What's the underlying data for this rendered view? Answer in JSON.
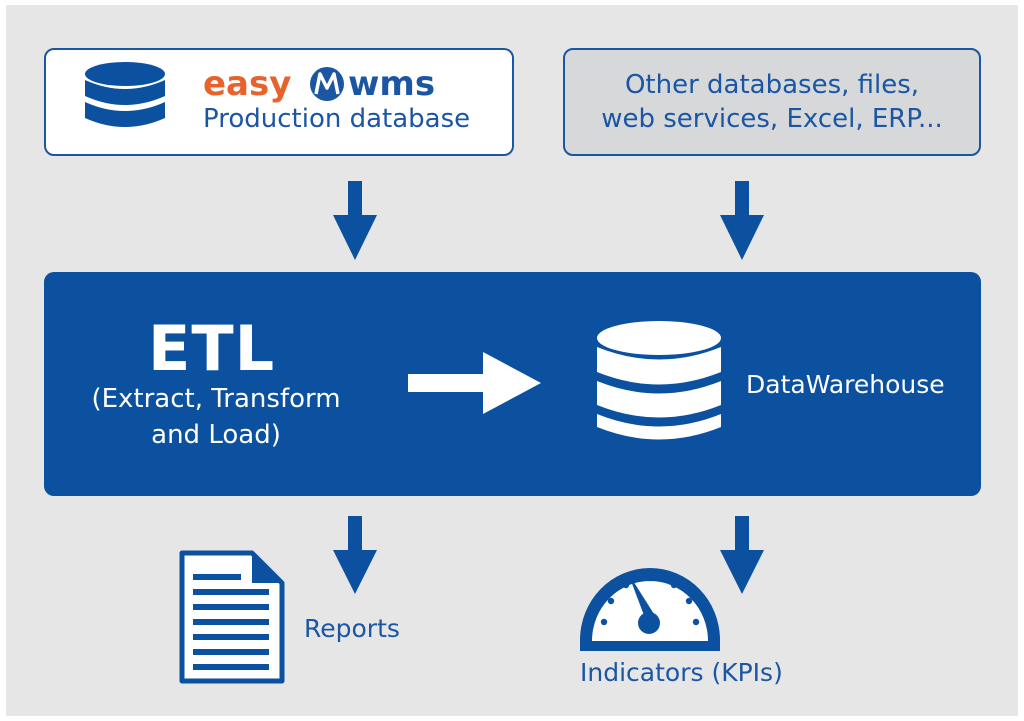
{
  "colors": {
    "background": "#e6e6e6",
    "primary_blue": "#0b51a0",
    "text_blue": "#1a56a3",
    "brand_orange": "#e8632b",
    "other_box_fill": "#d7d8da"
  },
  "production_box": {
    "brand_easy": "easy",
    "brand_m": "M",
    "brand_wms": "wms",
    "subtitle": "Production database",
    "icon": "database-icon"
  },
  "other_box": {
    "line1": "Other databases, files,",
    "line2": "web services, Excel, ERP..."
  },
  "etl": {
    "title": "ETL",
    "subtitle_line1": "(Extract, Transform",
    "subtitle_line2": "and Load)",
    "arrow_icon": "arrow-right-icon"
  },
  "warehouse": {
    "label": "DataWarehouse",
    "icon": "database-icon"
  },
  "outputs": {
    "reports_label": "Reports",
    "reports_icon": "document-icon",
    "kpi_label": "Indicators (KPIs)",
    "kpi_icon": "gauge-icon"
  }
}
